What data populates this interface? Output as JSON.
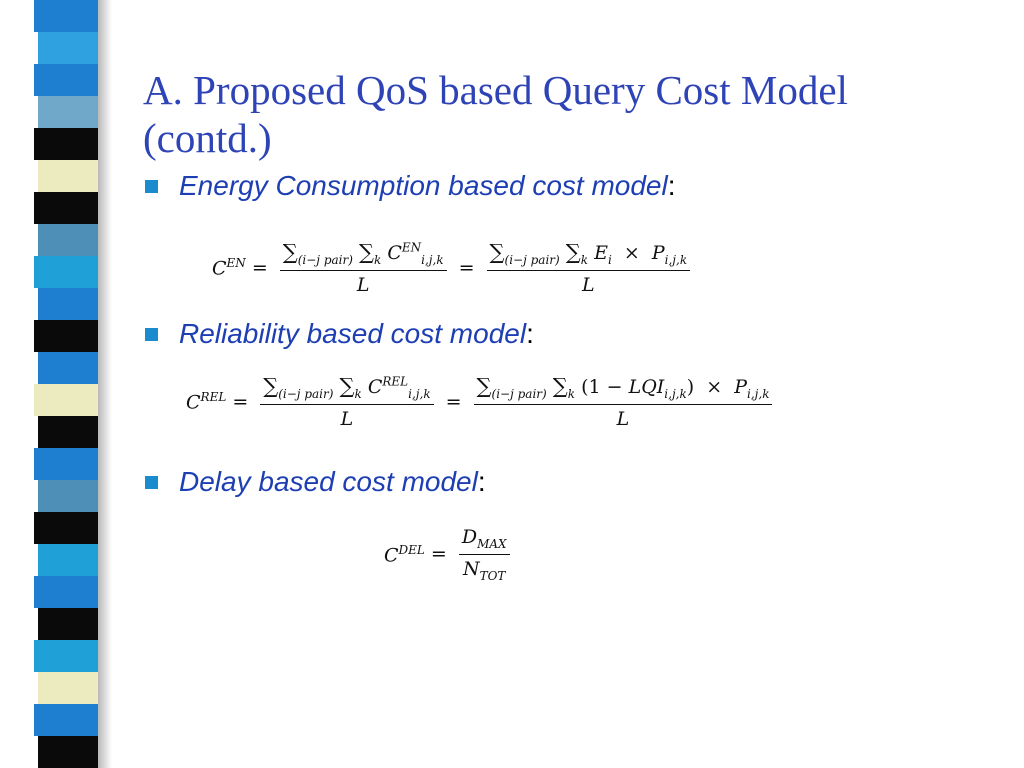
{
  "slide": {
    "title": "A. Proposed QoS based Query Cost Model (contd.)",
    "accent_color": "#2e43b5",
    "bullet_color": "#1a8ccd"
  },
  "sidebar_segments": [
    "#1e7fd1",
    "#2fa0e0",
    "#1e7fd1",
    "#6fa8c8",
    "#0a0a0a",
    "#ecebbf",
    "#0a0a0a",
    "#4d8fb7",
    "#1fa1d8",
    "#1e7fd1",
    "#0a0a0a",
    "#1e7fd1",
    "#ecebbf",
    "#0a0a0a",
    "#1e7fd1",
    "#4d8fb7",
    "#0a0a0a",
    "#1fa1d8",
    "#1e7fd1",
    "#0a0a0a",
    "#1fa1d8",
    "#ecebbf",
    "#1e7fd1",
    "#0a0a0a"
  ],
  "bullets": [
    {
      "text": "Energy Consumption based cost model",
      "colon": ":"
    },
    {
      "text": "Reliability based cost model",
      "colon": ":"
    },
    {
      "text": "Delay based cost model",
      "colon": ":"
    }
  ],
  "equations": {
    "energy": {
      "lhs": "C",
      "lhs_sup": "EN",
      "eq": "=",
      "num1": {
        "sum": "∑",
        "sum_sub": "(i−j  pair)",
        "sum2": "∑",
        "sum2_sub": "k",
        "term": "C",
        "term_sup": "EN",
        "term_sub": "i,j,k"
      },
      "den": "L",
      "num2": {
        "sum": "∑",
        "sum_sub": "(i−j  pair)",
        "sum2": "∑",
        "sum2_sub": "k",
        "e": "E",
        "e_sub": "i",
        "times": "×",
        "p": "P",
        "p_sub": "i,j,k"
      }
    },
    "reliability": {
      "lhs": "C",
      "lhs_sup": "REL",
      "eq": "=",
      "num1": {
        "sum": "∑",
        "sum_sub": "(i−j  pair)",
        "sum2": "∑",
        "sum2_sub": "k",
        "term": "C",
        "term_sup": "REL",
        "term_sub": "i,j,k"
      },
      "den": "L",
      "num2": {
        "sum": "∑",
        "sum_sub": "(i−j  pair)",
        "sum2": "∑",
        "sum2_sub": "k",
        "open": "(1 − ",
        "lqi": "LQI",
        "lqi_sub": "i,j,k",
        "close": ")",
        "times": "×",
        "p": "P",
        "p_sub": "i,j,k"
      }
    },
    "delay": {
      "lhs": "C",
      "lhs_sup": "DEL",
      "eq": "=",
      "num": "D",
      "num_sub": "MAX",
      "den": "N",
      "den_sub": "TOT"
    }
  }
}
